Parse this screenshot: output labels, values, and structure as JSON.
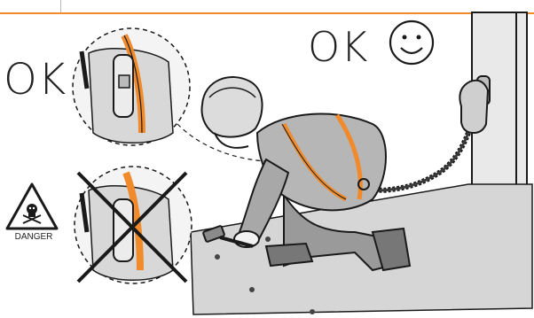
{
  "labels": {
    "ok_left": "OK",
    "ok_right": "OK",
    "danger": "DANGER"
  },
  "icons": {
    "smiley": "smiley-face-icon",
    "danger_sign": "skull-crossbones-warning-icon",
    "cross": "cross-out-icon"
  },
  "colors": {
    "accent_orange": "#f08a2a",
    "line_black": "#1a1a1a",
    "gray_light": "#e6e6e6",
    "gray_mid": "#c9c9c9",
    "gray_dark": "#8a8a8a"
  }
}
